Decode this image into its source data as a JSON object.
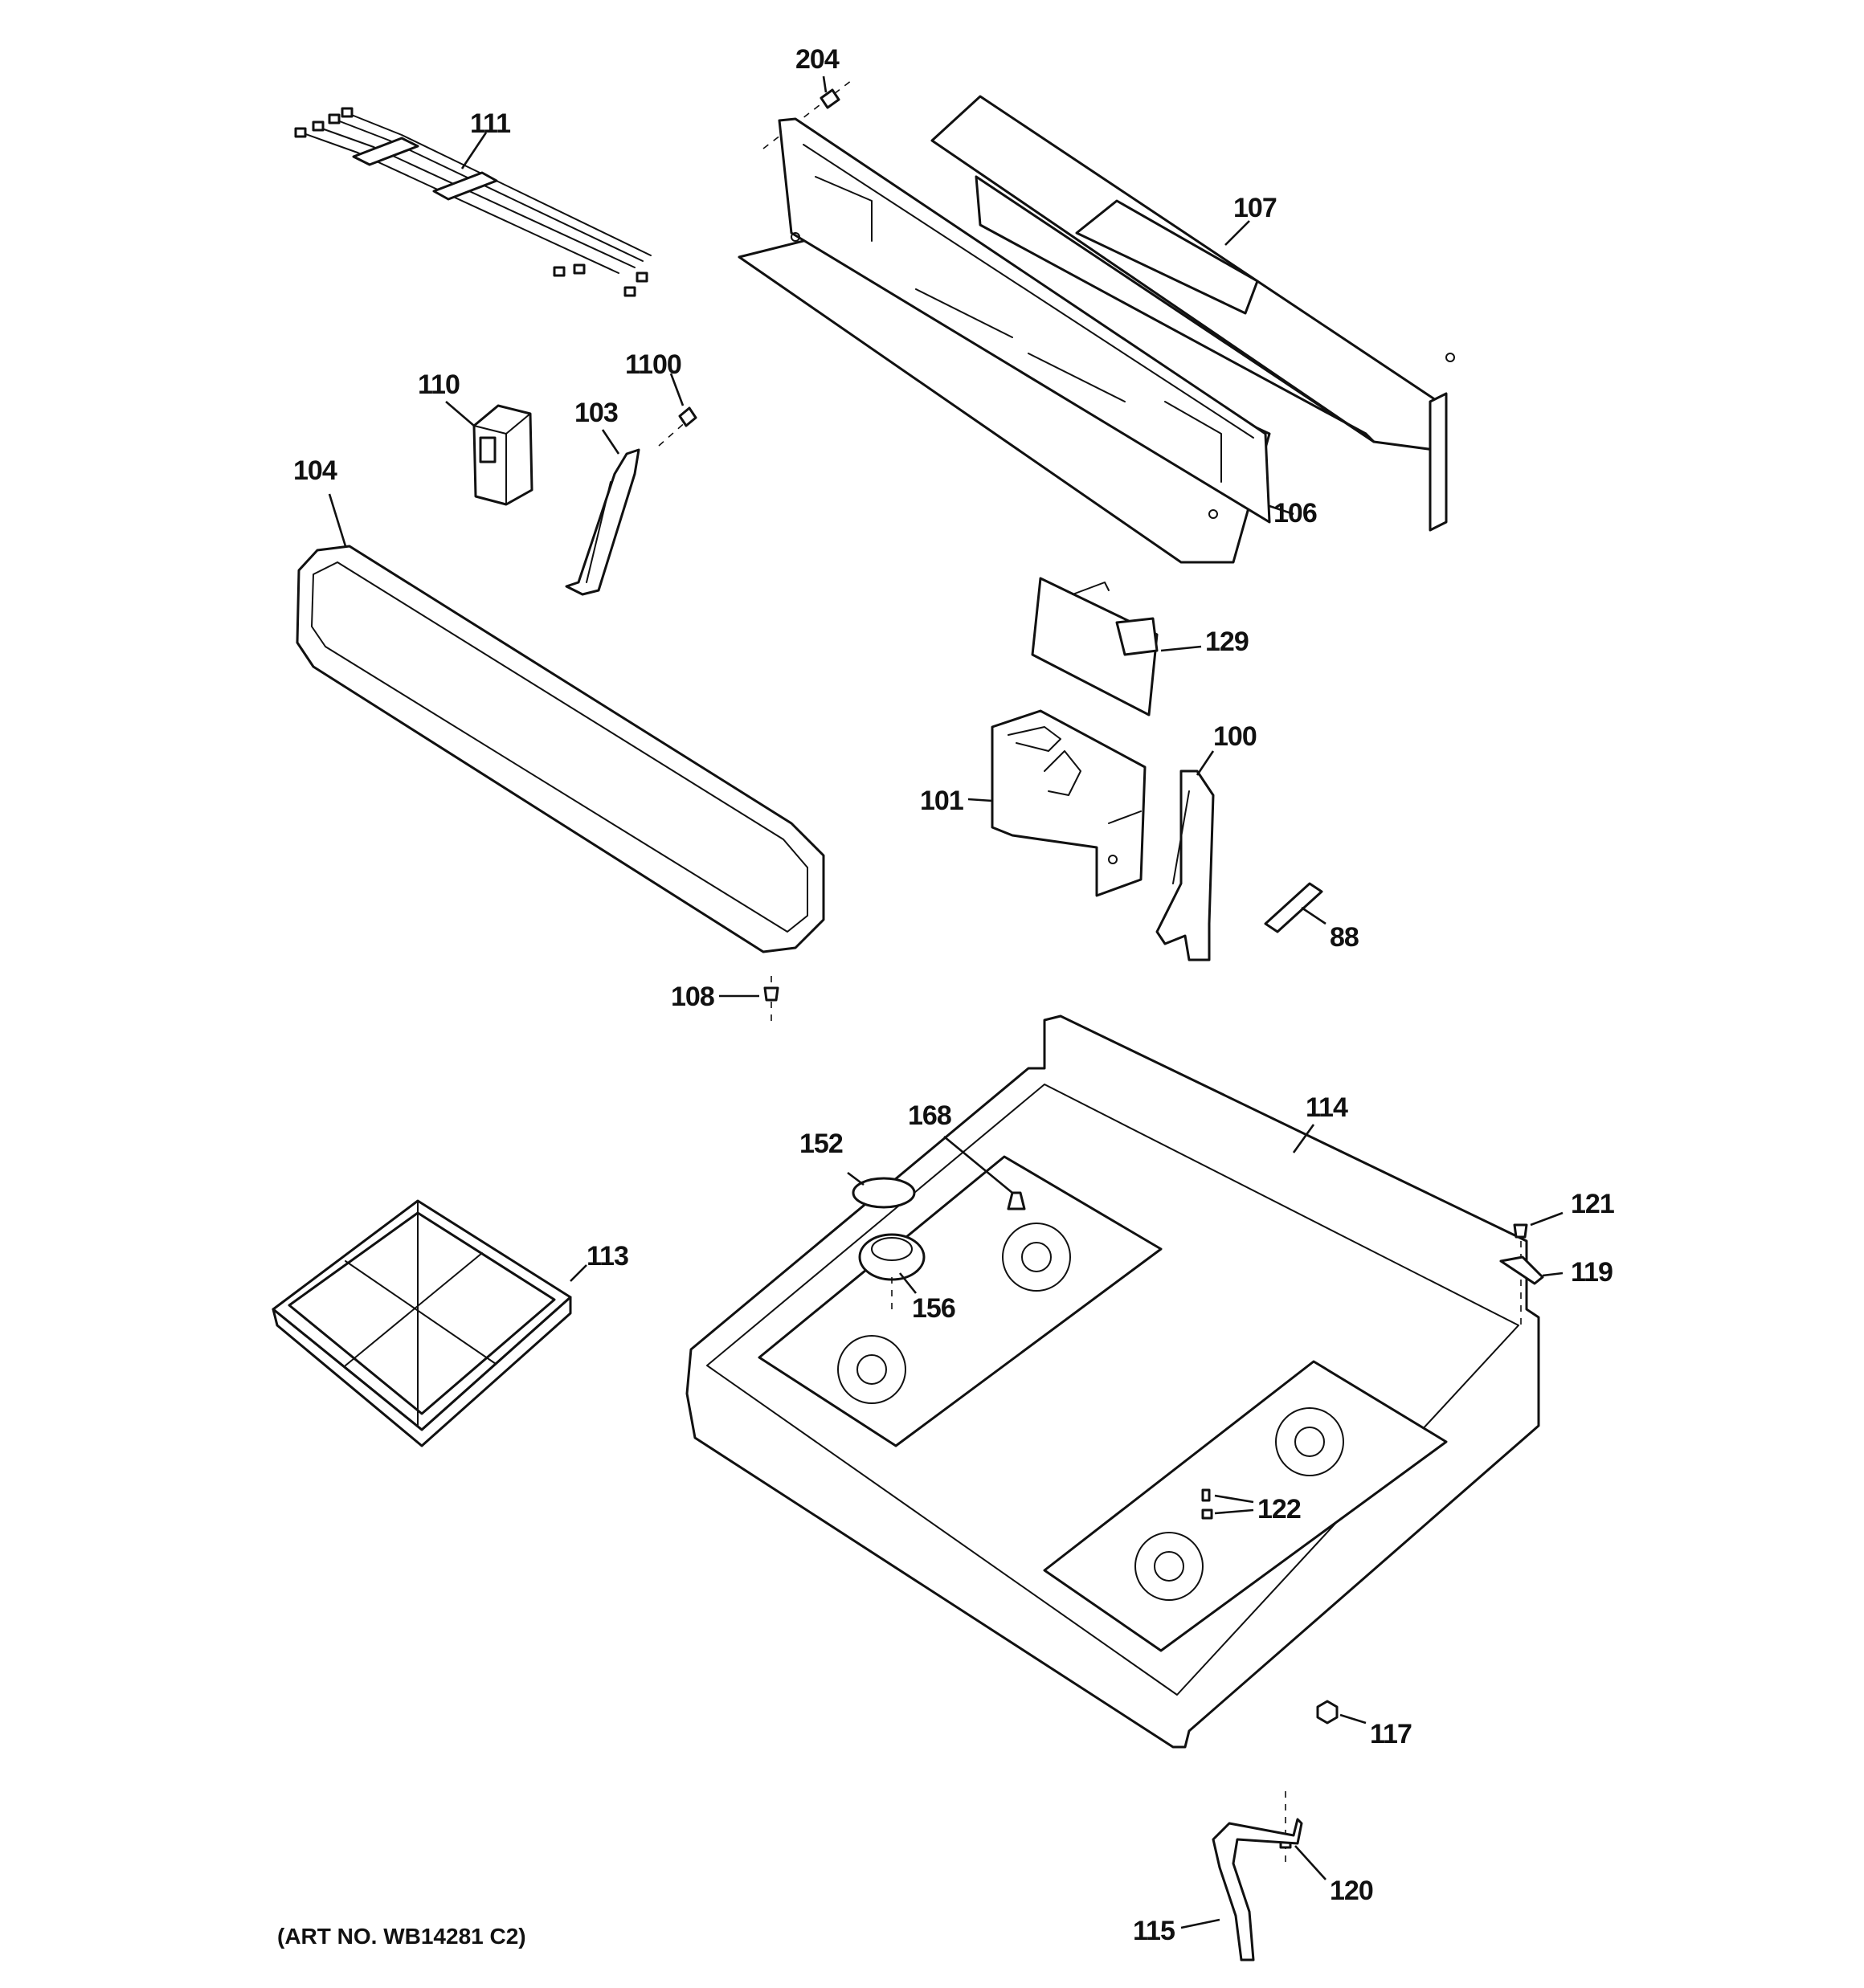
{
  "diagram": {
    "part_numbers": {
      "p204": "204",
      "p111": "111",
      "p107": "107",
      "p110": "110",
      "p1100": "1100",
      "p103": "103",
      "p104": "104",
      "p106": "106",
      "p129": "129",
      "p100": "100",
      "p101": "101",
      "p88": "88",
      "p108": "108",
      "p114": "114",
      "p168": "168",
      "p152": "152",
      "p121": "121",
      "p113": "113",
      "p156": "156",
      "p119": "119",
      "p122": "122",
      "p117": "117",
      "p120": "120",
      "p115": "115"
    },
    "art_number": "(ART NO. WB14281 C2)"
  }
}
